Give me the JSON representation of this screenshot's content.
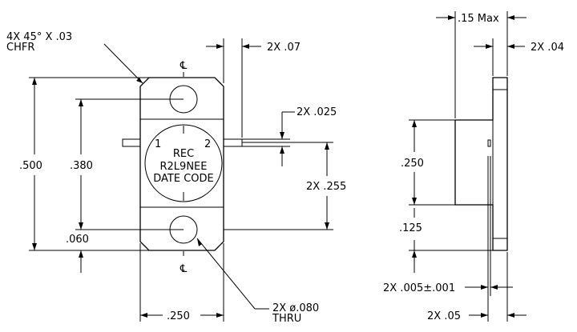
{
  "front_view": {
    "chamfer_note": {
      "line1": "4X 45° X .03",
      "line2": "CHFR"
    },
    "centerline_symbol": "℄",
    "label": {
      "pin1": "1",
      "pin2": "2",
      "line1": "REC",
      "line2": "R2L9NEE",
      "line3": "DATE CODE"
    },
    "dimensions": {
      "lead_length": "2X .07",
      "lead_thickness": "2X .025",
      "overall_length": ".500",
      "hole_spacing": ".380",
      "hole_offset": ".060",
      "lead_height": "2X .255",
      "flange_width": ".250"
    },
    "hole_note": {
      "line1": "2X ø.080",
      "line2": "THRU"
    }
  },
  "side_view": {
    "dimensions": {
      "height_max": ".15 Max",
      "flange_thickness": "2X .04",
      "body_span": ".250",
      "flange_offset": ".125",
      "lead_width": "2X .005±.001",
      "lead_offset": "2X .05"
    }
  },
  "colors": {
    "line": "#000000",
    "background": "#ffffff"
  }
}
